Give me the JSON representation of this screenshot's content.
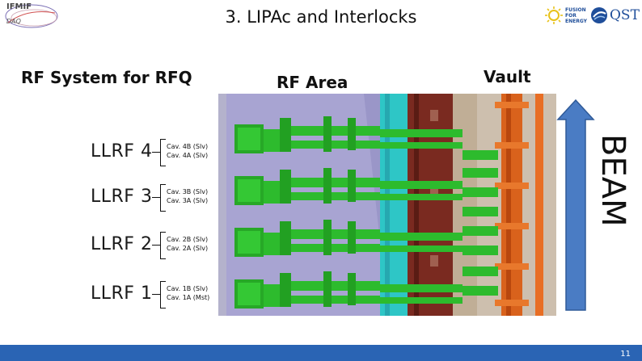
{
  "slide": {
    "title": "3. LIPAc and Interlocks",
    "page_number": "11"
  },
  "logos": {
    "ifmif": "IFMIF",
    "ifmif_sub": "DAQ",
    "fusion_for_energy": [
      "FUSION",
      "FOR",
      "ENERGY"
    ],
    "qst": "QST"
  },
  "headings": {
    "rf_system": "RF System for RFQ",
    "rf_area": "RF Area",
    "vault": "Vault"
  },
  "llrf": [
    {
      "label": "LLRF 4",
      "cav_b": "Cav. 4B (Slv)",
      "cav_a": "Cav. 4A (Slv)"
    },
    {
      "label": "LLRF 3",
      "cav_b": "Cav. 3B (Slv)",
      "cav_a": "Cav. 3A (Slv)"
    },
    {
      "label": "LLRF 2",
      "cav_b": "Cav. 2B (Slv)",
      "cav_a": "Cav. 2A (Slv)"
    },
    {
      "label": "LLRF 1",
      "cav_b": "Cav. 1B (Slv)",
      "cav_a": "Cav. 1A (Mst)"
    }
  ],
  "beam_label": "BEAM",
  "colors": {
    "beam_arrow": "#4a7cc4",
    "footer": "#2a64b4",
    "rf_equipment": "#2dbb2d",
    "rfq": "#d9621c",
    "wall": "#7a2a20",
    "floor": "#9a96c8"
  }
}
